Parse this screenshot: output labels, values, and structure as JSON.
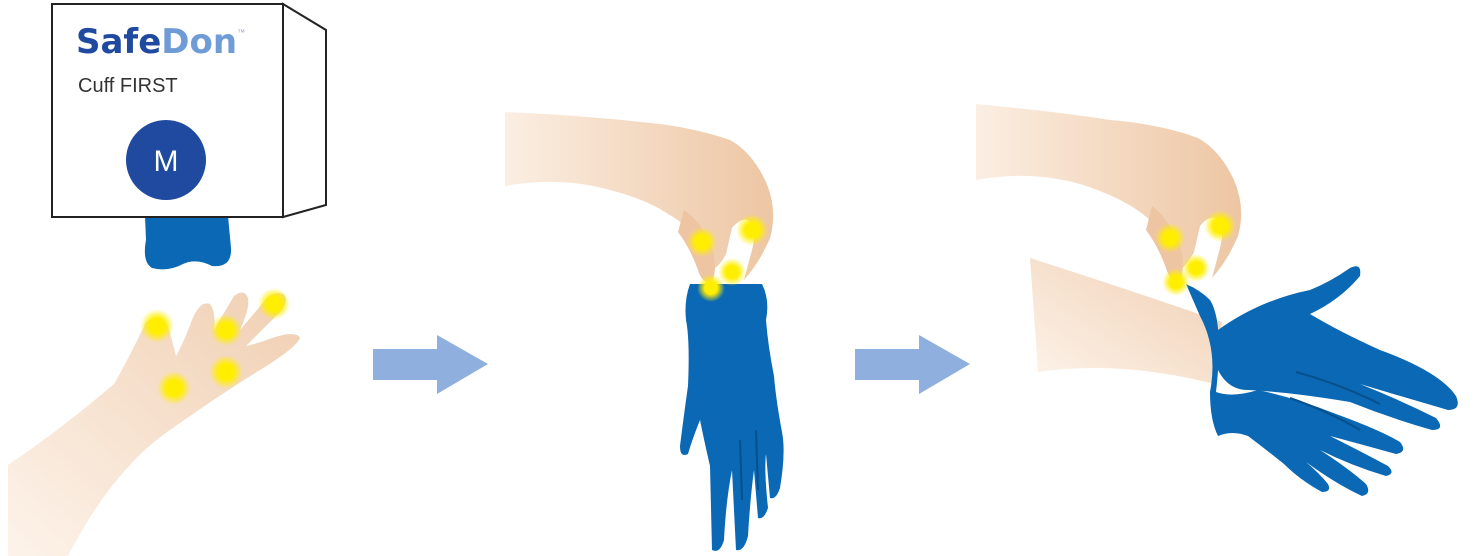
{
  "box": {
    "brand_part1": "Safe",
    "brand_part2": "Don",
    "trademark": "™",
    "subtitle": "Cuff FIRST",
    "size_label": "M"
  },
  "colors": {
    "glove": "#0a68b4",
    "brand_dark": "#1f4aa0",
    "brand_light": "#6f9bd6",
    "size_circle": "#1f4aa0",
    "arrow": "#8fb0de",
    "skin": "#f1d3b8",
    "touch_highlight": "#ffee00"
  },
  "steps": [
    {
      "name": "take-glove-from-box"
    },
    {
      "name": "pinch-cuff"
    },
    {
      "name": "pull-glove-onto-hand"
    }
  ]
}
